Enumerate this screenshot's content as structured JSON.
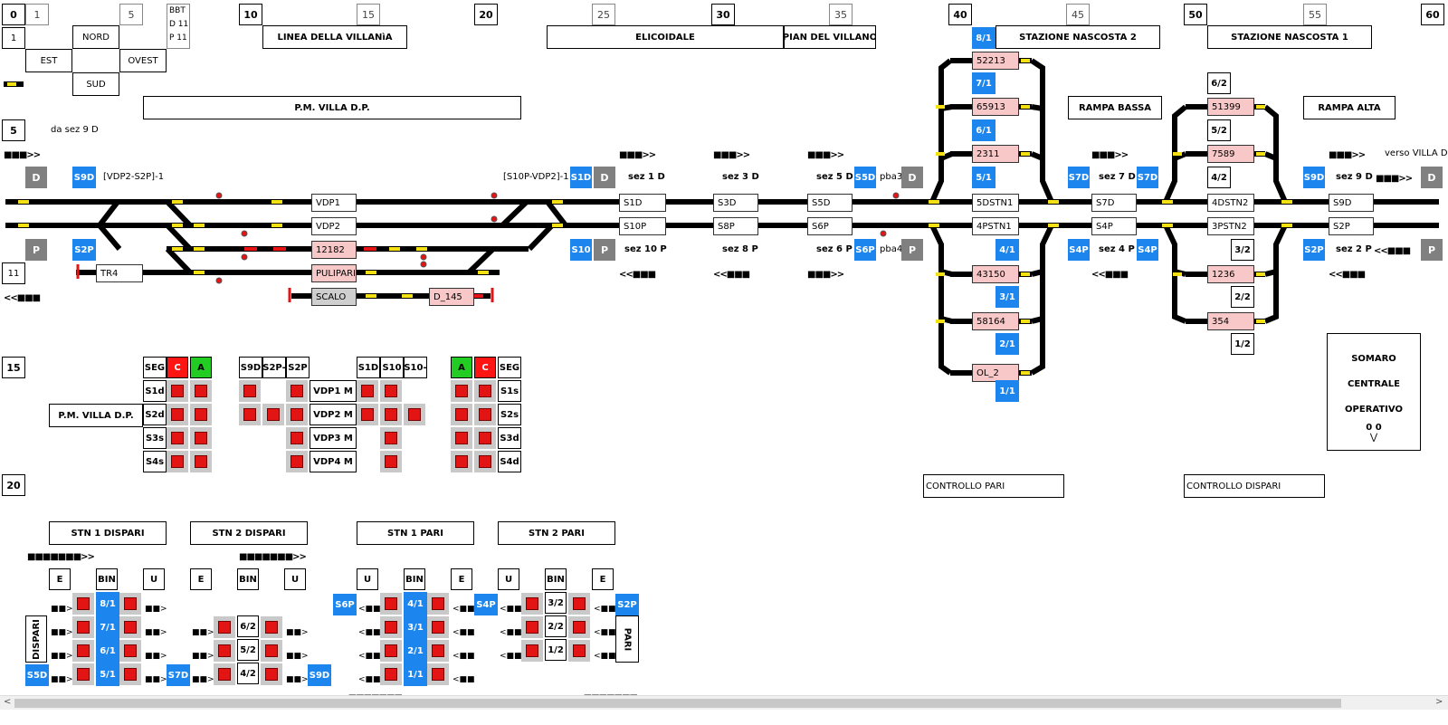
{
  "columns": [
    "0",
    "1",
    "5",
    "10",
    "15",
    "20",
    "25",
    "30",
    "35",
    "40",
    "45",
    "50",
    "55",
    "60"
  ],
  "compass": {
    "one": "1",
    "nord": "NORD",
    "est": "EST",
    "ovest": "OVEST",
    "sud": "SUD",
    "bbt": "BBT",
    "d11": "D 11",
    "p11": "P 11"
  },
  "rows": {
    "r5": "5",
    "r11": "11",
    "r15": "15",
    "r20": "20"
  },
  "titles": {
    "linea": "LINEA DELLA VILLANìA",
    "elicoidale": "ELICOIDALE",
    "pian": "PIAN DEL VILLANO",
    "staz2": "STAZIONE NASCOSTA 2",
    "staz1": "STAZIONE NASCOSTA 1",
    "pm": "P.M. VILLA D.P.",
    "rampa_bassa": "RAMPA BASSA",
    "rampa_alta": "RAMPA ALTA",
    "da_sez": "da sez 9 D",
    "verso": "verso VILLA DP"
  },
  "signals": {
    "d": "D",
    "p": "P",
    "s9d": "S9D",
    "s2p": "S2P",
    "s1d": "S1D",
    "s10": "S10",
    "s5d": "S5D",
    "s6p": "S6P",
    "s7d": "S7D",
    "s4p": "S4P",
    "route1": "[VDP2-S2P]-1",
    "route2": "[S10P-VDP2]-1",
    "pba3": "pba3",
    "pba4": "pba4"
  },
  "sections": {
    "sez1d": "sez 1 D",
    "sez3d": "sez 3 D",
    "sez5d": "sez 5 D",
    "sez7d": "sez 7 D",
    "sez9d": "sez 9 D",
    "sez10p": "sez 10 P",
    "sez8p": "sez 8 P",
    "sez6p": "sez 6 P",
    "sez4p": "sez 4 P",
    "sez2p": "sez 2 P"
  },
  "blocks": {
    "vdp1": "VDP1",
    "vdp2": "VDP2",
    "b12182": "12182",
    "pulipari": "PULIPARI",
    "scalo": "SCALO",
    "tr4": "TR4",
    "d145": "D_145",
    "s1d": "S1D",
    "s10p": "S10P",
    "s3d": "S3D",
    "s8p": "S8P",
    "s5d": "S5D",
    "s6p": "S6P",
    "dstn1": "5DSTN1",
    "pstn1": "4PSTN1",
    "s7d": "S7D",
    "s4p": "S4P",
    "dstn2": "4DSTN2",
    "pstn2": "3PSTN2",
    "s9d": "S9D",
    "s2p": "S2P"
  },
  "stn2": {
    "tracks": [
      "8/1",
      "7/1",
      "6/1",
      "5/1",
      "4/1",
      "3/1",
      "2/1",
      "1/1"
    ],
    "trains": [
      "52213",
      "65913",
      "2311",
      "43150",
      "58164",
      "OL_2"
    ]
  },
  "stn1": {
    "tracks": [
      "6/2",
      "5/2",
      "4/2",
      "3/2",
      "2/2",
      "1/2"
    ],
    "trains": [
      "51399",
      "7589",
      "1236",
      "354"
    ]
  },
  "somaro": {
    "l1": "SOMARO",
    "l2": "CENTRALE",
    "l3": "OPERATIVO",
    "value": "0  0"
  },
  "controllo": {
    "pari": "CONTROLLO PARI",
    "dispari": "CONTROLLO DISPARI"
  },
  "panel": {
    "pm": "P.M. VILLA D.P.",
    "seg": "SEG",
    "c": "C",
    "a": "A",
    "left_rows": [
      "S1d",
      "S2d",
      "S3s",
      "S4s"
    ],
    "mid_head": [
      "S9D",
      "S2P-",
      "S2P"
    ],
    "mid_rows": [
      "VDP1 M",
      "VDP2 M",
      "VDP3 M",
      "VDP4 M"
    ],
    "right_head": [
      "S1D",
      "S10",
      "S10-"
    ],
    "right_rows": [
      "S1s",
      "S2s",
      "S3d",
      "S4d"
    ]
  },
  "stn_panels": {
    "d1": "STN  1  DISPARI",
    "d2": "STN  2  DISPARI",
    "p1": "STN  1  PARI",
    "p2": "STN  2  PARI",
    "e": "E",
    "bin": "BIN",
    "u": "U",
    "d1_bins": [
      "8/1",
      "7/1",
      "6/1",
      "5/1"
    ],
    "d2_bins": [
      "6/2",
      "5/2",
      "4/2"
    ],
    "p1_bins": [
      "4/1",
      "3/1",
      "2/1",
      "1/1"
    ],
    "p2_bins": [
      "3/2",
      "2/2",
      "1/2"
    ],
    "dispari": "DISPARI",
    "pari": "PARI",
    "s5d": "S5D",
    "s7d": "S7D",
    "s9d": "S9D",
    "s6p": "S6P",
    "s4p": "S4P",
    "s2p": "S2P"
  },
  "colors": {
    "blue": "#1c86ee",
    "red": "#e31414",
    "green": "#22cc22",
    "yellow": "#f5e014",
    "pink": "#f8c8c8",
    "gray": "#808080"
  }
}
